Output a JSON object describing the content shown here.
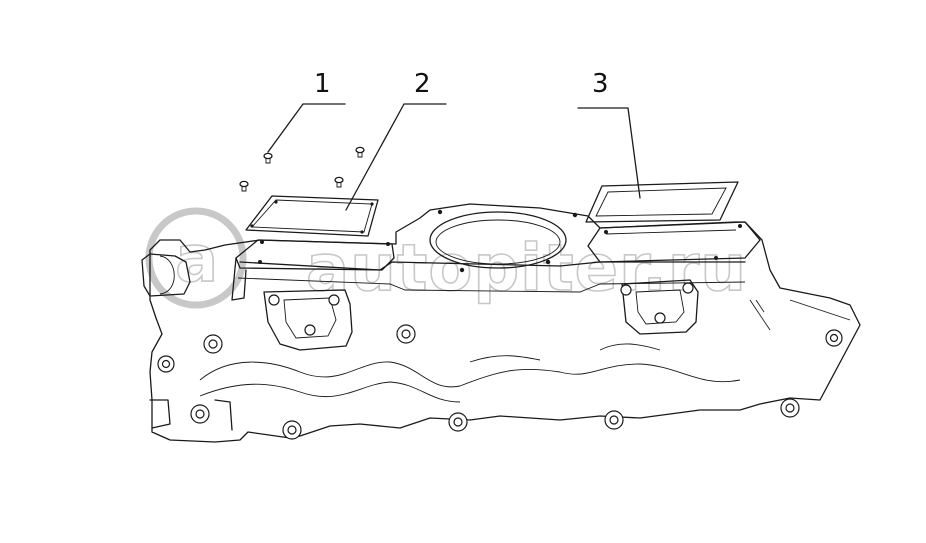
{
  "callouts": [
    {
      "id": "1",
      "label": "1"
    },
    {
      "id": "2",
      "label": "2"
    },
    {
      "id": "3",
      "label": "3"
    }
  ],
  "watermark": {
    "text": "autopiter.ru",
    "logo_glyph": "a"
  }
}
